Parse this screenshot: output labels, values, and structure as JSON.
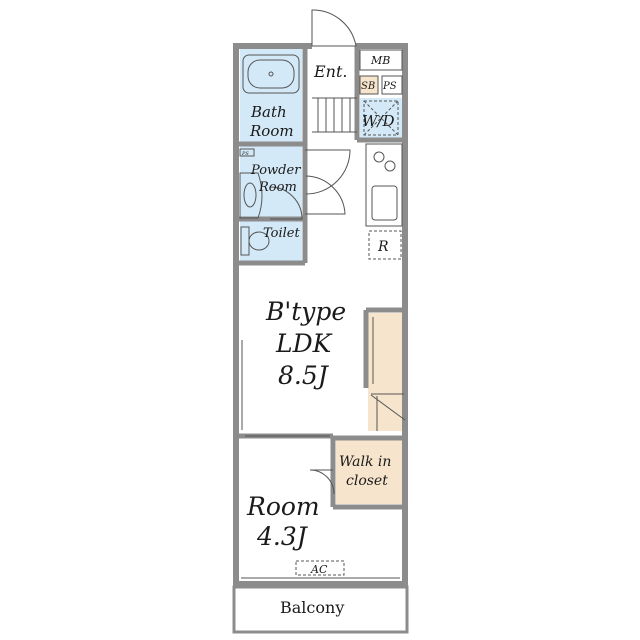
{
  "plan": {
    "unit_type": "B'type",
    "colors": {
      "wall": "#8c8c8c",
      "wet_area": "#d4e9f7",
      "storage": "#f7e4cc",
      "line": "#555555",
      "text": "#1a1a1a"
    },
    "labels": {
      "entrance": "Ent.",
      "meter_box": "MB",
      "shoe_box": "SB",
      "pipe_space": "PS",
      "pipe_space_small": "PS",
      "washer": "W/D",
      "bath": [
        "Bath",
        "Room"
      ],
      "powder": [
        "Powder",
        "Room"
      ],
      "toilet": "Toilet",
      "refrigerator": "R",
      "ldk": [
        "B'type",
        "LDK",
        "8.5J"
      ],
      "walkin": [
        "Walk in",
        "closet"
      ],
      "room": [
        "Room",
        "4.3J"
      ],
      "ac": "AC",
      "balcony": "Balcony"
    }
  }
}
